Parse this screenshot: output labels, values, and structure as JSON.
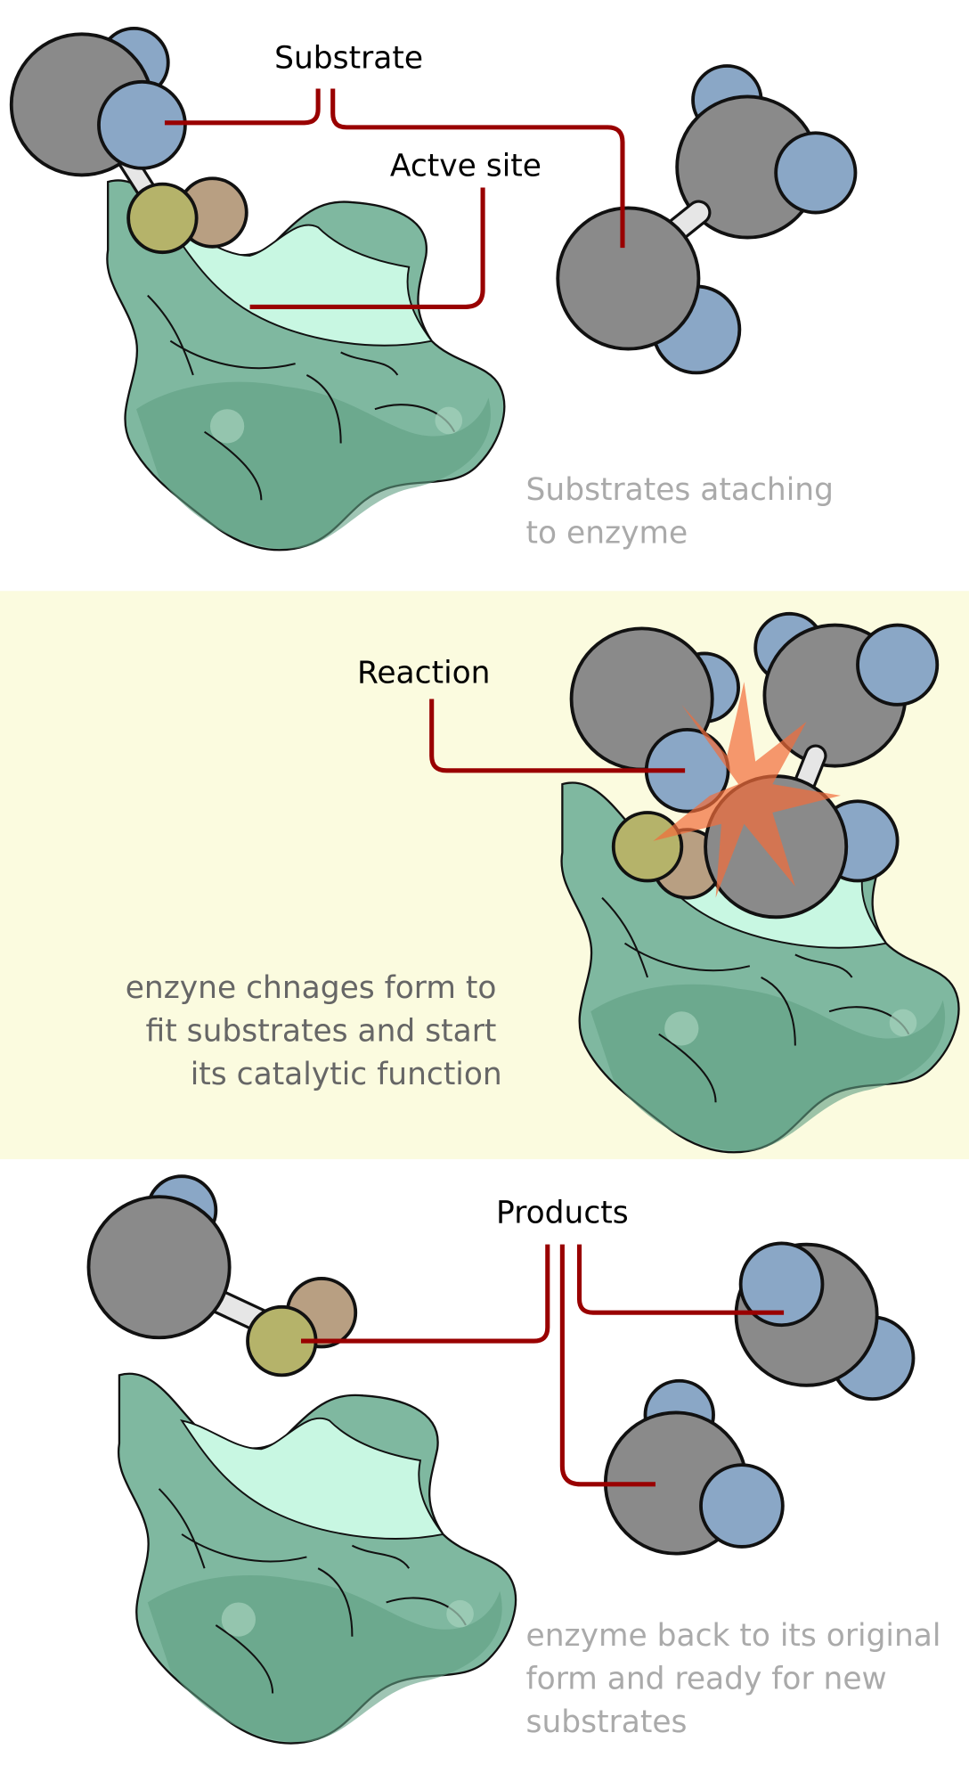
{
  "title": "Enzyme substrate reaction",
  "colors": {
    "enzyme": "#7fb8a0",
    "enzyme_dark": "#5f9e82",
    "active_site": "#c8f7e2",
    "atom_gray": "#8a8a8a",
    "atom_blue": "#8aa7c6",
    "atom_olive": "#b5b36a",
    "atom_tan": "#b89f82",
    "label_line": "#990000",
    "middle_panel_bg": "#fbfbdf",
    "note_light": "#aaaaaa",
    "note_dark": "#666666",
    "reaction_burst": "#f26c3a"
  },
  "panel1": {
    "substrate_label": "Substrate",
    "active_site_label": "Actve site",
    "note_lines": [
      "Substrates ataching",
      "to enzyme"
    ]
  },
  "panel2": {
    "reaction_label": "Reaction",
    "note_lines": [
      "enzyne chnages form to",
      "fit substrates and start",
      "its catalytic function"
    ]
  },
  "panel3": {
    "products_label": "Products",
    "note_lines": [
      "enzyme back to its original",
      "form and ready for new",
      "substrates"
    ]
  }
}
